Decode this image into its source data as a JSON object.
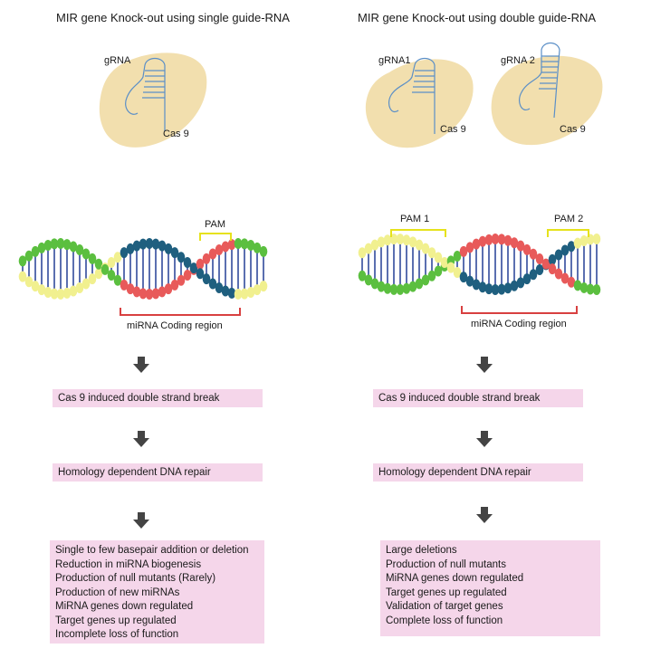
{
  "colors": {
    "cas9_body": "#f2dfae",
    "grna_line": "#5b8fc7",
    "rung": "#5b6fb0",
    "green_bead": "#5bbf3f",
    "yellow_bead": "#f1f08f",
    "red_bead": "#e85a5a",
    "navy_bead": "#1f5f7f",
    "bracket_yellow": "#e6e21c",
    "bracket_red": "#d84040",
    "arrow": "#444444",
    "box_pink": "#f5d6ea"
  },
  "left": {
    "title": "MIR gene Knock-out using single guide-RNA",
    "grna_label": "gRNA",
    "cas9_label": "Cas 9",
    "pam_label": "PAM",
    "region_label": "miRNA Coding region",
    "step1": "Cas 9 induced double strand break",
    "step2": "Homology dependent DNA repair",
    "outcomes": [
      "Single to few basepair addition or deletion",
      "Reduction in  miRNA biogenesis",
      "Production of null mutants (Rarely)",
      "Production of new miRNAs",
      "MiRNA genes down regulated",
      "Target genes up regulated",
      "Incomplete loss of function"
    ]
  },
  "right": {
    "title": "MIR gene Knock-out  using  double guide-RNA",
    "grna1_label": "gRNA1",
    "grna2_label": "gRNA 2",
    "cas9_label_1": "Cas 9",
    "cas9_label_2": "Cas 9",
    "pam1_label": "PAM 1",
    "pam2_label": "PAM 2",
    "region_label": "miRNA Coding region",
    "step1": "Cas 9 induced double strand break",
    "step2": "Homology dependent DNA repair",
    "outcomes": [
      "Large deletions",
      "Production of null mutants",
      "MiRNA genes down regulated",
      "Target genes up regulated",
      "Validation of target genes",
      "Complete loss of function"
    ]
  }
}
